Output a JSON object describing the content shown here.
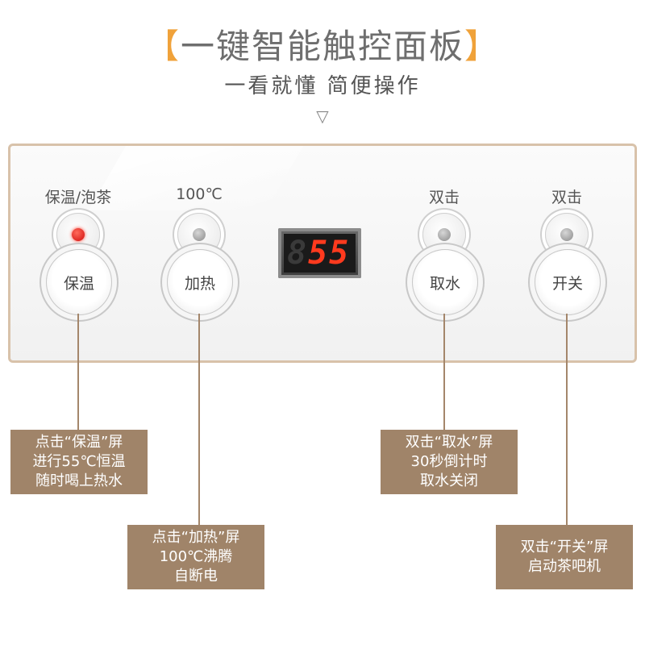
{
  "header": {
    "bracket_left": "【",
    "title": "一键智能触控面板",
    "bracket_right": "】",
    "subtitle": "一看就懂  简便操作",
    "arrow": "▽"
  },
  "display": {
    "ghost_digit": "8",
    "value": "55"
  },
  "controls": [
    {
      "top_label": "保温/泡茶",
      "button_label": "保温",
      "indicator": "red-light"
    },
    {
      "top_label": "100℃",
      "button_label": "加热",
      "indicator": "grey-light"
    },
    {
      "top_label": "双击",
      "button_label": "取水",
      "indicator": "grey-light"
    },
    {
      "top_label": "双击",
      "button_label": "开关",
      "indicator": "grey-light"
    }
  ],
  "callouts": [
    {
      "lines": [
        "点击“保温”屏",
        "进行55℃恒温",
        "随时喝上热水"
      ]
    },
    {
      "lines": [
        "点击“加热”屏",
        "100℃沸腾",
        "自断电"
      ]
    },
    {
      "lines": [
        "双击“取水”屏",
        "30秒倒计时",
        "取水关闭"
      ]
    },
    {
      "lines": [
        "双击“开关”屏",
        "启动茶吧机"
      ]
    }
  ],
  "colors": {
    "accent": "#f0a23a",
    "callout_bg": "#a08469",
    "led": "#ff3a1e",
    "indicator_on": "#d10d0d"
  }
}
